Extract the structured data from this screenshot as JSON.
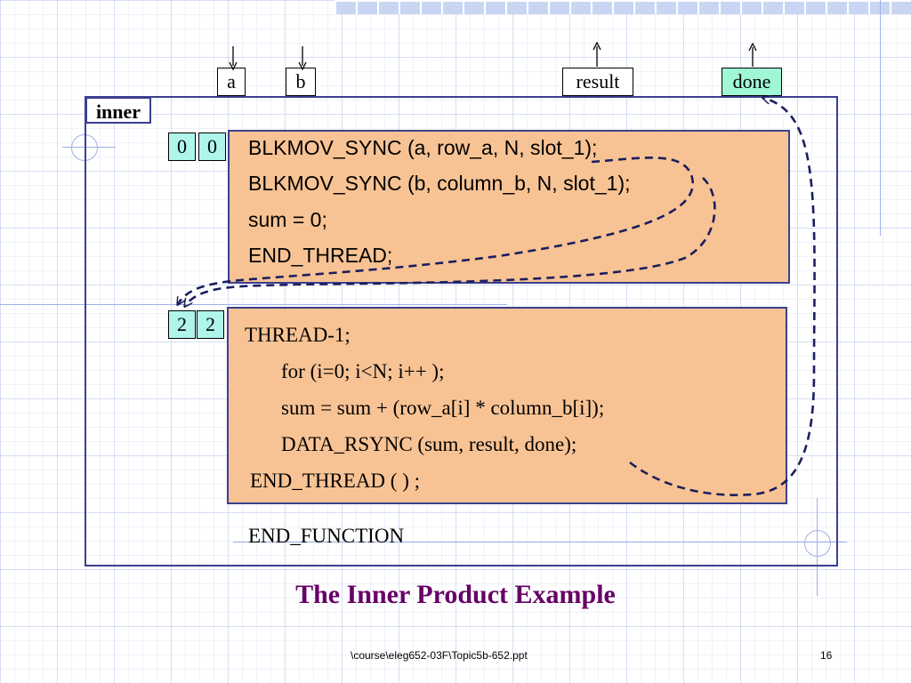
{
  "function_label": "inner",
  "params": {
    "a": "a",
    "b": "b",
    "result": "result",
    "done": "done"
  },
  "thread0": {
    "sync_count": "0",
    "reset_count": "0",
    "lines": [
      "BLKMOV_SYNC (a, row_a, N, slot_1);",
      "BLKMOV_SYNC (b, column_b, N, slot_1);",
      "sum = 0;",
      "END_THREAD;"
    ]
  },
  "thread1": {
    "sync_count": "2",
    "reset_count": "2",
    "lines": [
      "THREAD-1;",
      "for (i=0; i<N; i++ );",
      "sum = sum + (row_a[i] * column_b[i]);",
      "DATA_RSYNC (sum, result, done);",
      "END_THREAD ( ) ;"
    ]
  },
  "end_function": "END_FUNCTION",
  "title": "The Inner Product Example",
  "footer": {
    "path": "\\course\\eleg652-03F\\Topic5b-652.ppt",
    "page": "16"
  },
  "colors": {
    "code_box": "#f8c394",
    "counter": "#aff5ec",
    "done_box": "#9ff7d6",
    "title": "#660066",
    "frame": "#3b3f8f"
  }
}
